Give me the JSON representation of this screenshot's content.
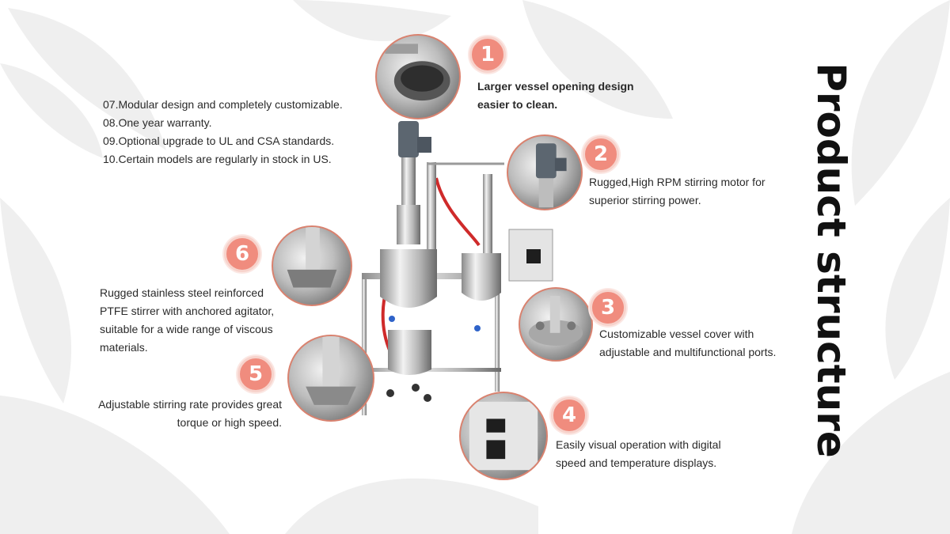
{
  "title": "Product structure",
  "feature_list": [
    "07.Modular design and completely customizable.",
    "08.One year warranty.",
    "09.Optional upgrade to UL and CSA standards.",
    "10.Certain models are regularly in stock in US."
  ],
  "features": [
    {
      "number": "1",
      "text": "Larger vessel opening design easier to clean."
    },
    {
      "number": "2",
      "text": "Rugged,High RPM stirring motor for superior stirring power."
    },
    {
      "number": "3",
      "text": "Customizable vessel cover with adjustable and multifunctional ports."
    },
    {
      "number": "4",
      "text": "Easily visual operation with digital speed and temperature displays."
    },
    {
      "number": "5",
      "text": "Adjustable stirring rate provides great torque or high speed."
    },
    {
      "number": "6",
      "text": "Rugged stainless steel reinforced PTFE stirrer with anchored agitator, suitable for a wide range of viscous materials."
    }
  ],
  "colors": {
    "accent": "#f08c7e",
    "photo_border": "#d9826f",
    "text": "#2a2a2a",
    "title": "#111111"
  }
}
